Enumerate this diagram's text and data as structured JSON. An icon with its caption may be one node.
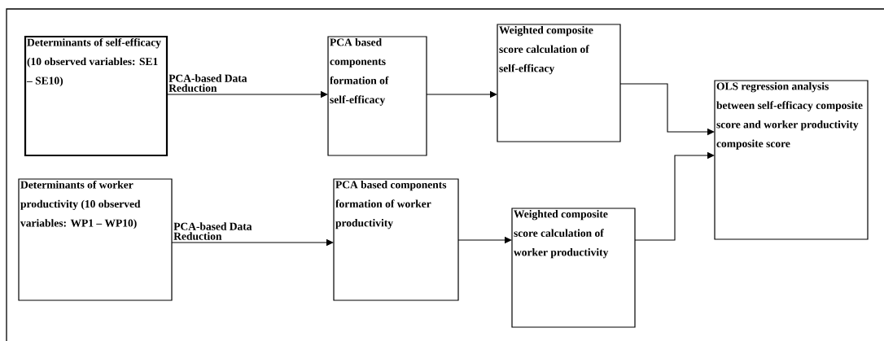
{
  "diagram": {
    "nodes": [
      {
        "text": [
          "Determinants of self-efficacy (10 observed variables: SE1 – SE10)"
        ]
      },
      {
        "text": [
          "PCA based components formation of self-efficacy"
        ]
      },
      {
        "text": [
          "Weighted composite score calculation of self-efficacy"
        ]
      },
      {
        "text": [
          "OLS regression analysis between self-efficacy composite score and worker productivity composite score"
        ]
      },
      {
        "text": [
          "Determinants of worker productivity (10 observed variables: WP1 – WP10)"
        ]
      },
      {
        "text": [
          "PCA based components formation of worker productivity"
        ]
      },
      {
        "text": [
          "Weighted composite score calculation of worker productivity"
        ]
      }
    ],
    "edges": [
      {
        "from": 0,
        "to": 1,
        "arrow": "to",
        "label": "PCA-based Data Reduction"
      },
      {
        "from": 1,
        "to": 2,
        "arrow": "to"
      },
      {
        "from": 2,
        "to": 3,
        "arrow": "to"
      },
      {
        "from": 4,
        "to": 5,
        "arrow": "to",
        "label": "PCA-based Data Reduction"
      },
      {
        "from": 5,
        "to": 6,
        "arrow": "to"
      },
      {
        "from": 6,
        "to": 3,
        "arrow": "to"
      }
    ]
  }
}
